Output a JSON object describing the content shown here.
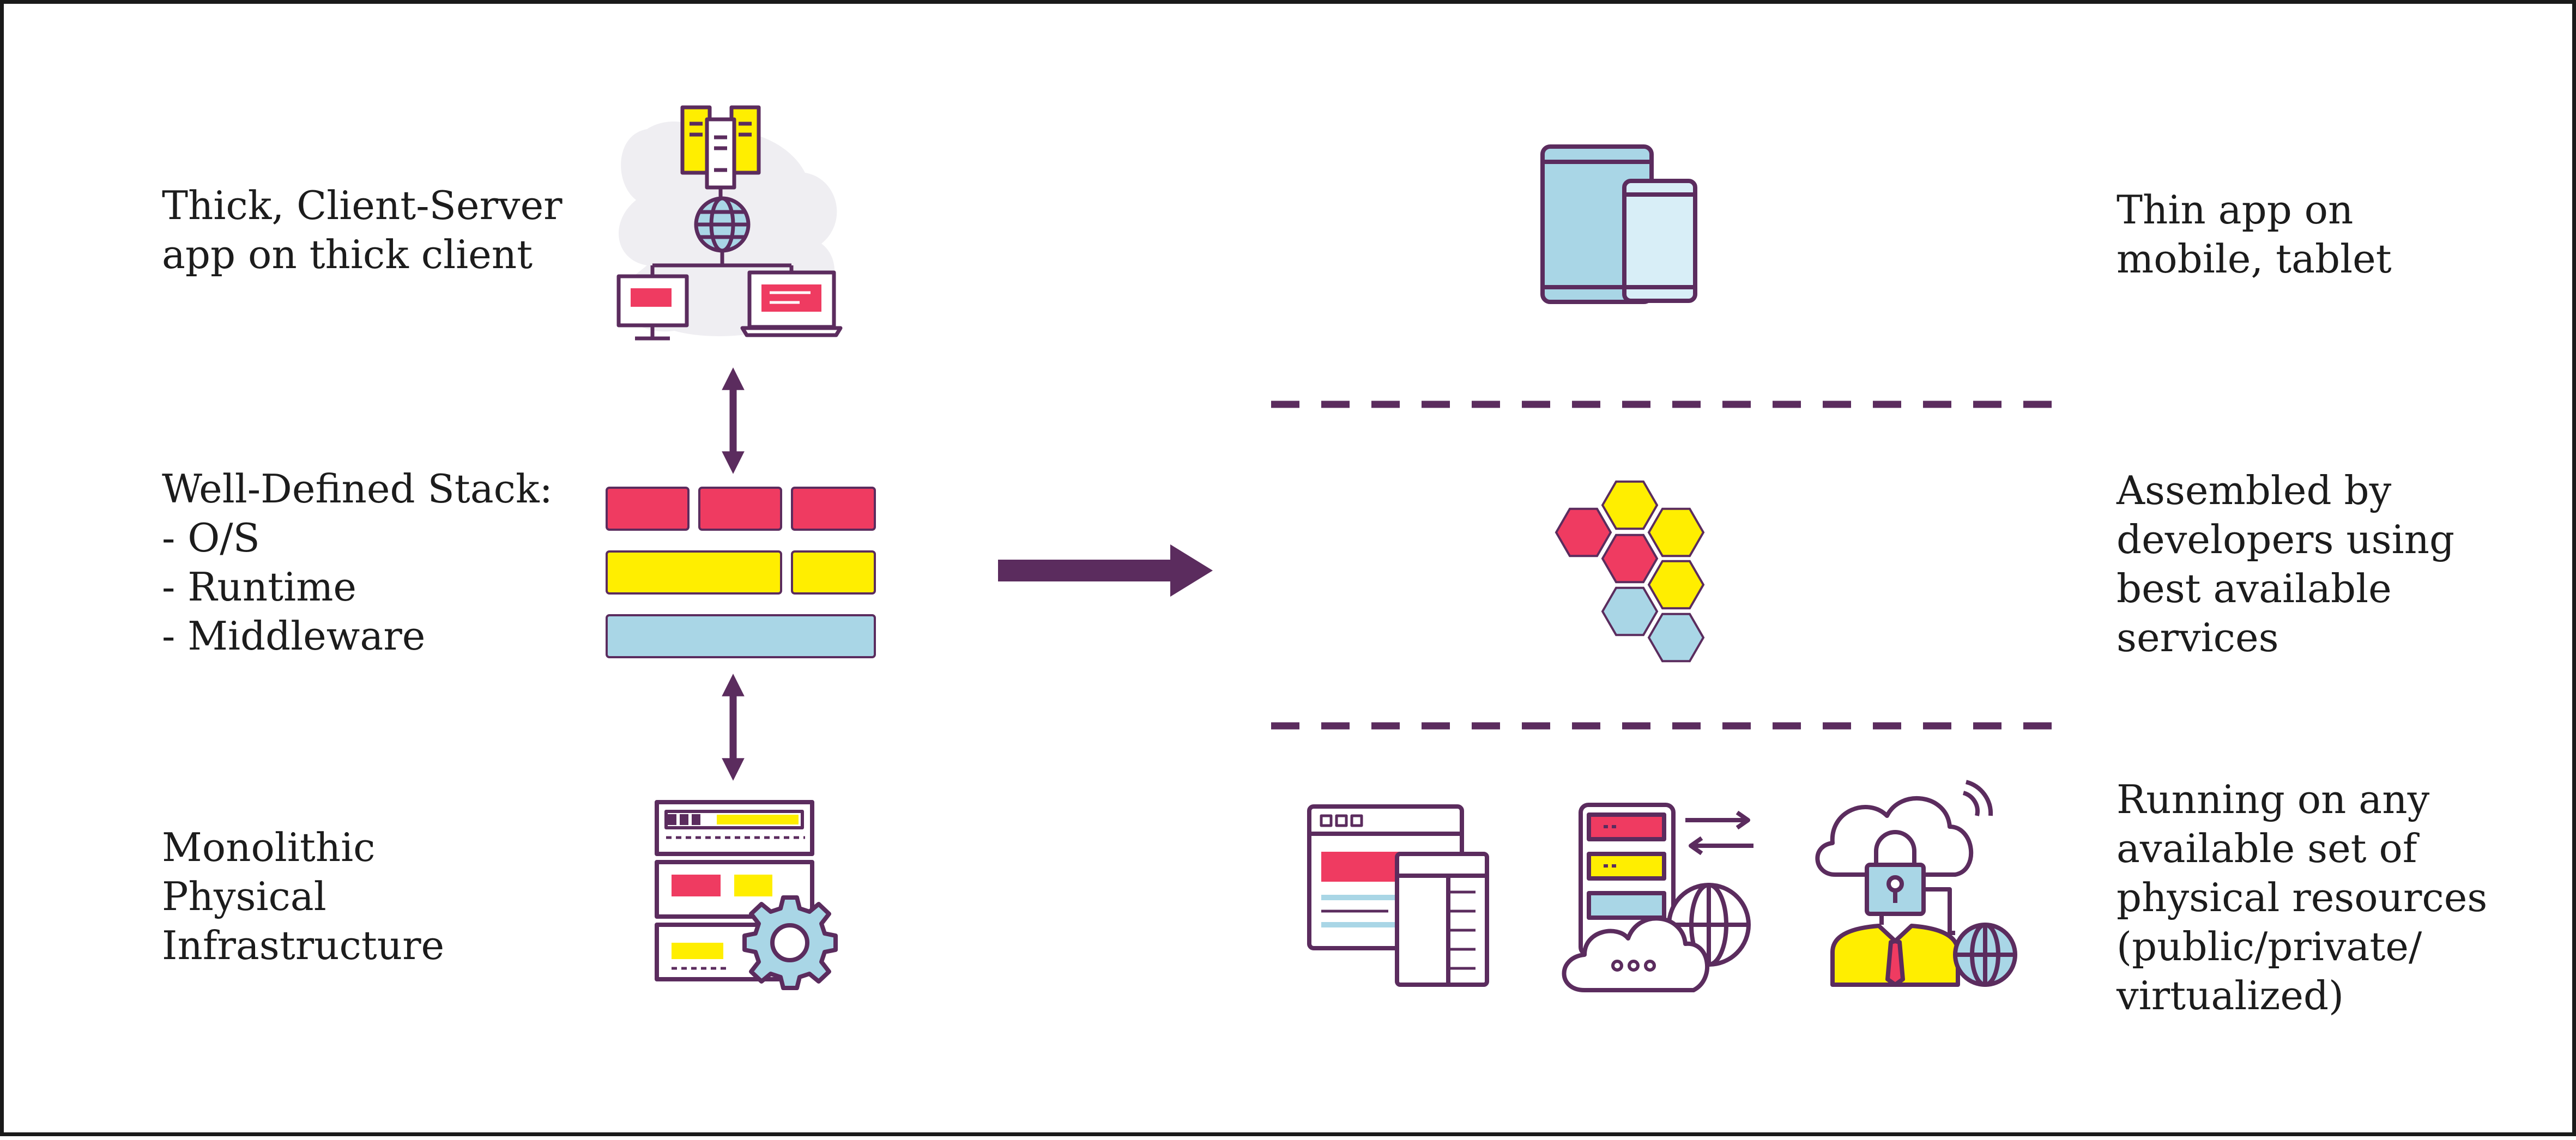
{
  "colors": {
    "purple": "#5b2c5e",
    "red": "#ef3b61",
    "yellow": "#ffee00",
    "blue": "#a9d6e6",
    "light_blue": "#d8eef7",
    "cloud_gray": "#efeef2",
    "text": "#1c1c1c",
    "border": "#1a1a1a"
  },
  "left": {
    "thick_client": {
      "lines": [
        "Thick, Client-Server",
        "app on thick client"
      ],
      "icon": "client-server-network-icon"
    },
    "stack": {
      "lines": [
        "Well-Defined Stack:",
        "- O/S",
        "- Runtime",
        "- Middleware"
      ],
      "icon": "layered-stack-icon"
    },
    "infrastructure": {
      "lines": [
        "Monolithic",
        "Physical",
        "Infrastructure"
      ],
      "icon": "server-rack-gear-icon"
    }
  },
  "transition": {
    "icon": "right-arrow-icon"
  },
  "right": {
    "thin_app": {
      "lines": [
        "Thin app on",
        "mobile, tablet"
      ],
      "icon": "tablet-phone-icon"
    },
    "assembled": {
      "lines": [
        "Assembled by",
        "developers using",
        "best available",
        "services"
      ],
      "icon": "honeycomb-services-icon"
    },
    "running": {
      "lines": [
        "Running on any",
        "available set of",
        "physical resources",
        "(public/private/",
        "virtualized)"
      ],
      "icons": [
        "browser-windows-icon",
        "cloud-server-globe-icon",
        "secure-cloud-user-icon"
      ]
    }
  }
}
